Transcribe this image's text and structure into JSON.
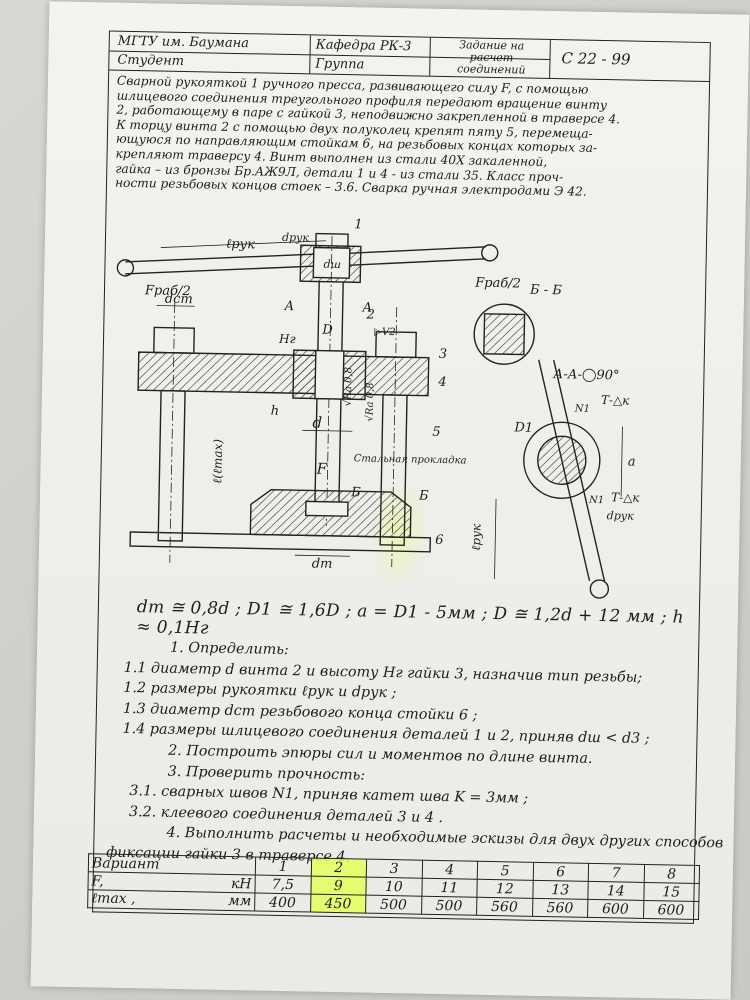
{
  "title_block": {
    "university": "МГТУ им. Баумана",
    "department": "Кафедра РК-3",
    "task_title": "Задание на расчет соединений",
    "task_code": "С 22 - 99",
    "student_label": "Студент",
    "group_label": "Группа"
  },
  "description_lines": [
    "Сварной рукояткой 1 ручного пресса, развивающего силу F, с помощью",
    "шлицевого соединения треугольного профиля передают вращение винту",
    "2, работающему в паре с гайкой 3, неподвижно закрепленной в траверсе 4.",
    "К торцу винта 2 с помощью двух полуколец крепят пяту 5, перемеща-",
    "ющуюся по направляющим стойкам 6, на резьбовых концах которых за-",
    "крепляют траверсу 4. Винт выполнен из стали 40Х закаленной,",
    "гайка – из бронзы Бр.АЖ9Л, детали 1 и 4 - из стали 35. Класс проч-",
    "ности резьбовых концов стоек – 3.6. Сварка ручная электродами Э 42."
  ],
  "drawing_labels": {
    "l_ruk": "ℓрук",
    "f_rab_left": "Fраб/2",
    "f_rab_right": "Fраб/2",
    "d_ruk": "dрук",
    "d_sh": "dш",
    "d_st": "dст",
    "section_a_left": "A",
    "section_a_right": "A",
    "part_1": "1",
    "part_2": "2",
    "part_3": "3",
    "part_4": "4",
    "part_5": "5",
    "part_6": "6",
    "h_g": "Hг",
    "d_cap": "D",
    "h_small": "h",
    "l_max": "ℓ(ℓmax)",
    "d_small": "d",
    "f_axial": "F",
    "rz_left": "√Ra 0,8",
    "rz_right": "√Ra 0,8",
    "steel_pad": "Стальная прокладка",
    "section_b_left": "Б",
    "section_b_right": "Б",
    "d_m": "dm",
    "weld_note": "▷V2",
    "section_bb_title": "Б - Б",
    "section_aa_title": "А-А-◯90°",
    "d1": "D1",
    "n1_top": "N1",
    "t_dk_top": "Т-△к",
    "n1_bottom": "N1",
    "t_dk_bottom": "Т-△к",
    "a_dim": "a",
    "l_ruk_side": "ℓрук",
    "d_ruk_side": "dрук"
  },
  "formula": "dm ≅ 0,8d ;  D1 ≅ 1,6D ;  a = D1 - 5мм ;  D ≅ 1,2d + 12 мм ;  h ≈ 0,1Hг",
  "tasks": [
    {
      "text": "1. Определить:",
      "indent": 60
    },
    {
      "text": "1.1  диаметр d винта 2 и высоту Hг гайки 3, назначив тип резьбы;",
      "indent": 14
    },
    {
      "text": "1.2  размеры рукоятки ℓрук и dрук ;",
      "indent": 14
    },
    {
      "text": "1.3  диаметр dст резьбового конца стойки 6 ;",
      "indent": 14
    },
    {
      "text": "1.4  размеры шлицевого соединения деталей 1 и 2, приняв dш < d3 ;",
      "indent": 14
    },
    {
      "text": "2. Построить эпюры сил и моментов по длине винта.",
      "indent": 60
    },
    {
      "text": "3. Проверить прочность:",
      "indent": 60
    },
    {
      "text": "3.1. сварных швов N1, приняв катет шва K = 3мм ;",
      "indent": 22
    },
    {
      "text": "3.2. клеевого соединения деталей 3 и 4 .",
      "indent": 22
    },
    {
      "text": "4. Выполнить расчеты и необходимые эскизы для двух других способов",
      "indent": 60
    },
    {
      "text": "фиксации гайки 3 в траверсе 4.",
      "indent": 0
    }
  ],
  "variant_table": {
    "row_headers": [
      "Вариант",
      "F,",
      "ℓmax ,"
    ],
    "units": [
      "",
      "кН",
      "мм"
    ],
    "variants": [
      "1",
      "2",
      "3",
      "4",
      "5",
      "6",
      "7",
      "8"
    ],
    "F": [
      "7,5",
      "9",
      "10",
      "11",
      "12",
      "13",
      "14",
      "15"
    ],
    "l_max": [
      "400",
      "450",
      "500",
      "500",
      "560",
      "560",
      "600",
      "600"
    ],
    "highlighted_variant": "2",
    "highlight_color": "#e2ff5a"
  }
}
